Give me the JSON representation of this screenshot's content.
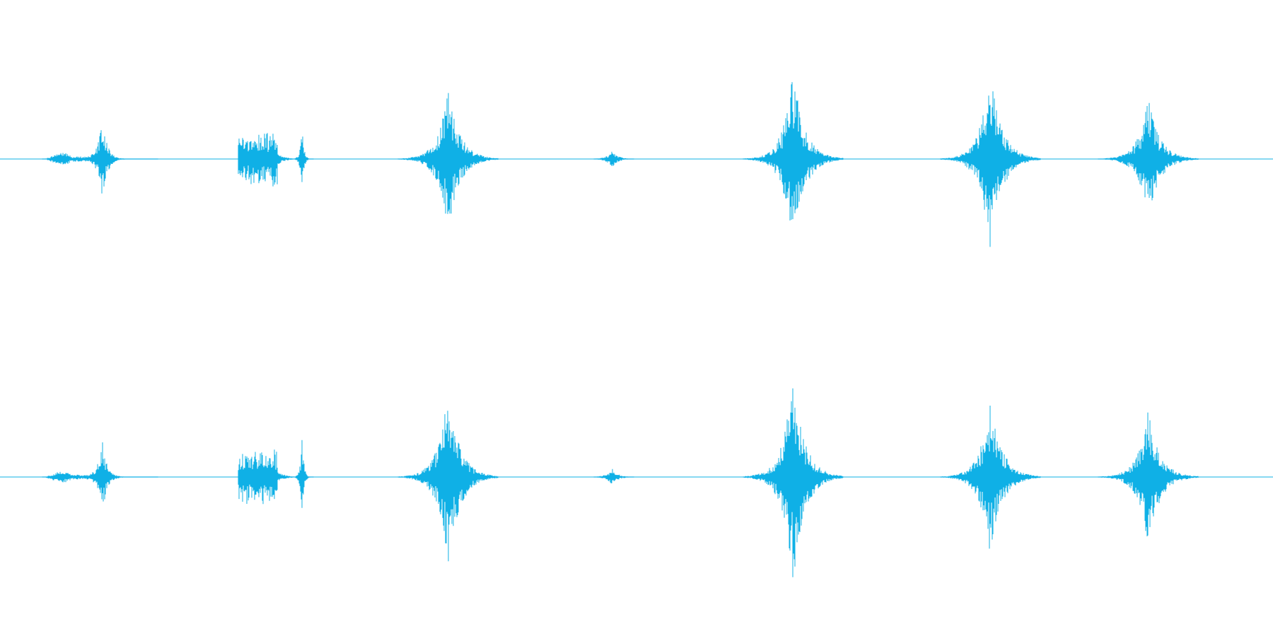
{
  "waveform": {
    "color": "#0fb0e6",
    "channels": [
      {
        "name": "left",
        "events": [
          {
            "time": 0.075,
            "peak": 0.19,
            "shape": "cluster"
          },
          {
            "time": 0.204,
            "peak": 0.19,
            "shape": "burst"
          },
          {
            "time": 0.352,
            "peak": 0.34,
            "shape": "sharp"
          },
          {
            "time": 0.481,
            "peak": 0.04,
            "shape": "tiny"
          },
          {
            "time": 0.623,
            "peak": 0.42,
            "shape": "sharp"
          },
          {
            "time": 0.778,
            "peak": 0.44,
            "shape": "sharp"
          },
          {
            "time": 0.902,
            "peak": 0.29,
            "shape": "sharp"
          }
        ]
      },
      {
        "name": "right",
        "events": [
          {
            "time": 0.075,
            "peak": 0.17,
            "shape": "cluster"
          },
          {
            "time": 0.204,
            "peak": 0.19,
            "shape": "burst"
          },
          {
            "time": 0.352,
            "peak": 0.43,
            "shape": "sharp"
          },
          {
            "time": 0.481,
            "peak": 0.04,
            "shape": "tiny"
          },
          {
            "time": 0.623,
            "peak": 0.5,
            "shape": "sharp"
          },
          {
            "time": 0.778,
            "peak": 0.38,
            "shape": "sharp"
          },
          {
            "time": 0.902,
            "peak": 0.33,
            "shape": "sharp"
          }
        ]
      }
    ]
  }
}
